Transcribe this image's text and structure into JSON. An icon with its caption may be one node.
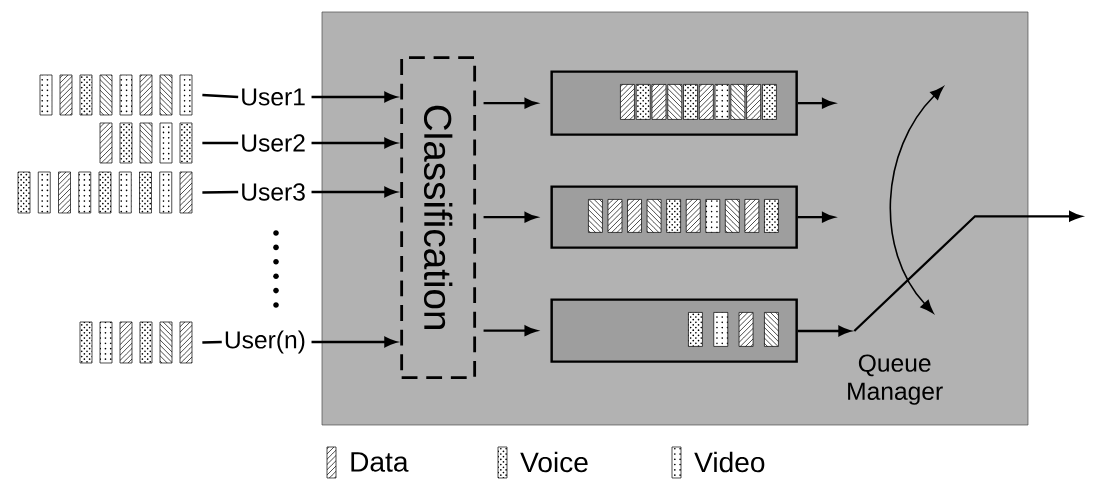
{
  "diagram": {
    "nodes": [
      {
        "text": [],
        "shape": "box"
      },
      {
        "text": [],
        "shape": "bar"
      },
      {
        "text": [
          "User1"
        ]
      },
      {
        "text": [],
        "shape": "bar"
      },
      {
        "text": [
          "User2"
        ]
      },
      {
        "text": [],
        "shape": "bar"
      },
      {
        "text": [
          "User3"
        ]
      },
      {
        "text": [],
        "shape": "bar"
      },
      {
        "text": [
          "User(n)"
        ]
      },
      {
        "text": [
          "Classification"
        ],
        "in": 0
      },
      {
        "text": [],
        "shape": "box",
        "in": 0
      },
      {
        "text": [],
        "shape": "box",
        "in": 0
      },
      {
        "text": [],
        "shape": "box",
        "in": 0
      },
      {
        "text": [
          "Queue Manager"
        ],
        "in": 0
      },
      {
        "text": [],
        "shape": "switch",
        "in": 0
      }
    ],
    "edges": [
      {
        "from": 1,
        "to": 2,
        "arrow": "none"
      },
      {
        "from": 2,
        "to": 9,
        "arrow": "to"
      },
      {
        "from": 3,
        "to": 4,
        "arrow": "none"
      },
      {
        "from": 4,
        "to": 9,
        "arrow": "to"
      },
      {
        "from": 5,
        "to": 6,
        "arrow": "none"
      },
      {
        "from": 6,
        "to": 9,
        "arrow": "to"
      },
      {
        "from": 7,
        "to": 8,
        "arrow": "none"
      },
      {
        "from": 8,
        "to": 9,
        "arrow": "to"
      },
      {
        "from": 9,
        "to": 10,
        "arrow": "to"
      },
      {
        "from": 9,
        "to": 11,
        "arrow": "to"
      },
      {
        "from": 9,
        "to": 12,
        "arrow": "to"
      },
      {
        "from": 10,
        "to": null,
        "arrow": "to"
      },
      {
        "from": 11,
        "to": null,
        "arrow": "to"
      },
      {
        "from": 12,
        "to": 14,
        "arrow": "to"
      },
      {
        "from": 14,
        "to": null,
        "arrow": "to"
      }
    ],
    "legend": [
      {
        "text": "Data"
      },
      {
        "text": "Voice"
      },
      {
        "text": "Video"
      }
    ]
  }
}
